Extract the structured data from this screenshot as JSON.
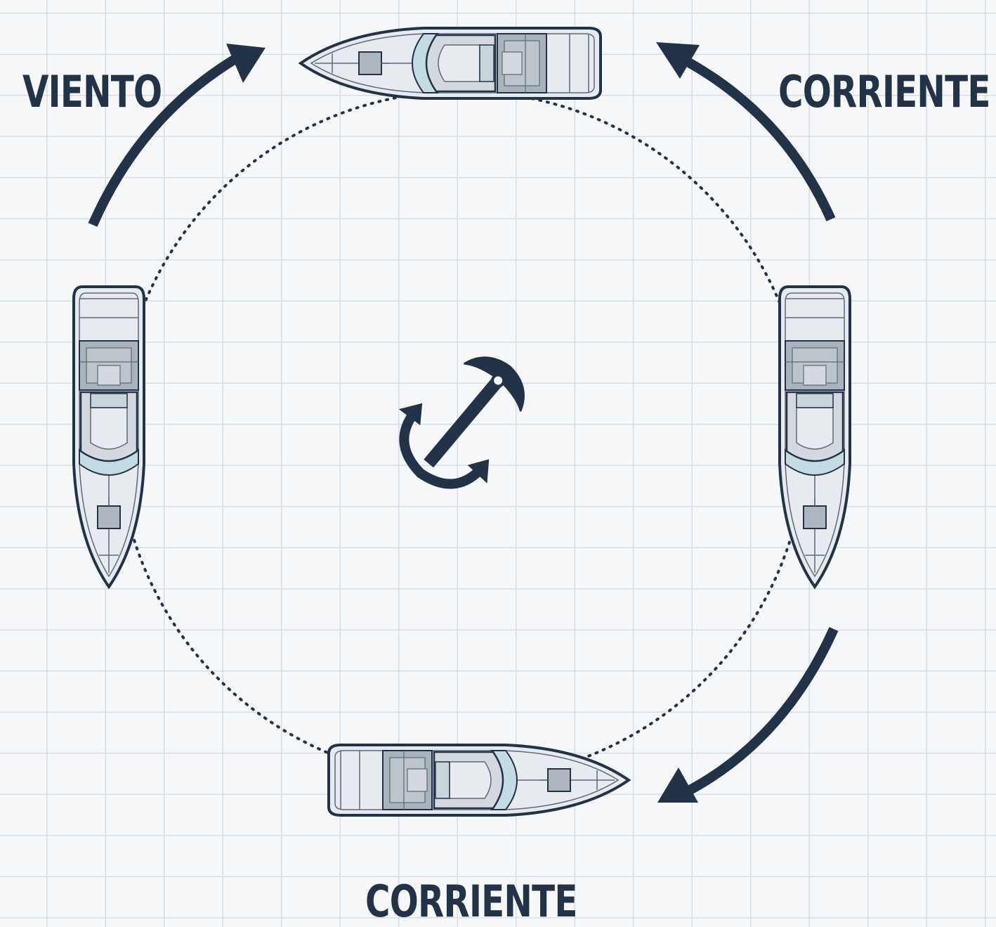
{
  "labels": {
    "wind": "VIENTO",
    "current_right": "CORRIENTE",
    "current_bottom": "CORRIENTE"
  },
  "colors": {
    "ink": "#233347",
    "hull": "#e7ebef",
    "hull_outline": "#233347",
    "windshield": "#c3dbe3",
    "seat": "#a9b3bb",
    "background": "#f5f7f9",
    "grid": "#d6dde6"
  },
  "icons": [
    "anchor-icon",
    "boat-icon",
    "arrow-icon"
  ]
}
